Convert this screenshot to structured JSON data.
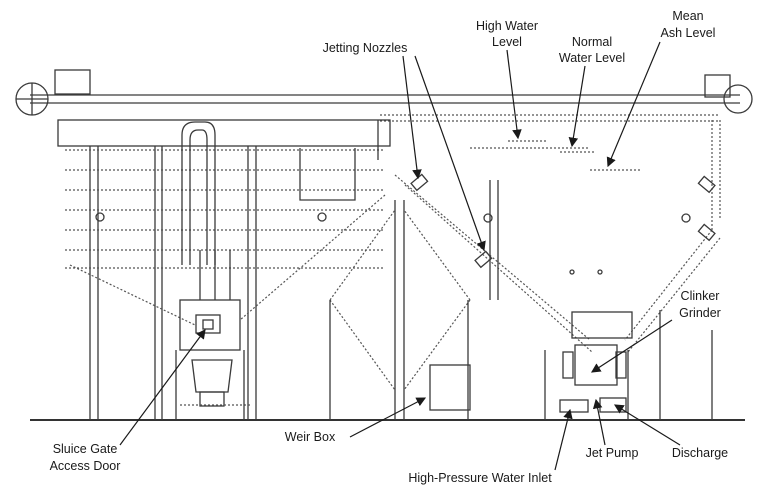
{
  "labels": {
    "high_water_level_1": "High Water",
    "high_water_level_2": "Level",
    "normal_water_level_1": "Normal",
    "normal_water_level_2": "Water Level",
    "mean_ash_level_1": "Mean",
    "mean_ash_level_2": "Ash Level",
    "jetting_nozzles": "Jetting Nozzles",
    "clinker_grinder_1": "Clinker",
    "clinker_grinder_2": "Grinder",
    "sluice_gate_1": "Sluice Gate",
    "sluice_gate_2": "Access Door",
    "weir_box": "Weir Box",
    "jet_pump": "Jet Pump",
    "discharge": "Discharge",
    "hp_water_inlet": "High-Pressure Water Inlet"
  },
  "colors": {
    "ink": "#333333",
    "background": "#ffffff"
  }
}
